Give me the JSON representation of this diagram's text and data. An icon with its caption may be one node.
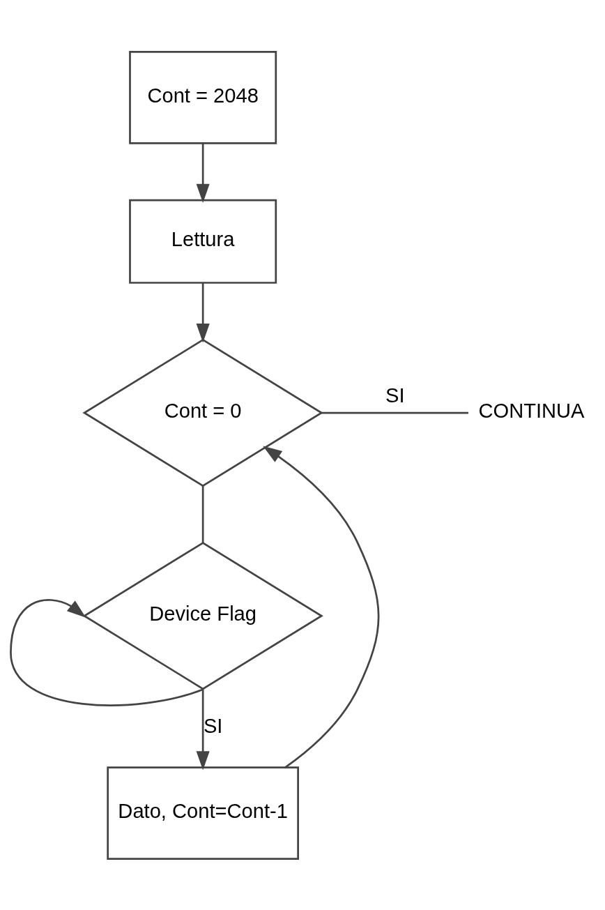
{
  "diagram": {
    "nodes": [
      {
        "text": [
          "Cont = 2048"
        ]
      },
      {
        "text": [
          "Lettura"
        ]
      },
      {
        "text": [
          "Cont = 0"
        ]
      },
      {
        "text": [
          "CONTINUA"
        ]
      },
      {
        "text": [
          "Device Flag"
        ]
      },
      {
        "text": [
          "Dato, Cont=Cont-1"
        ]
      }
    ],
    "edges": [
      {
        "from": 0,
        "to": 1,
        "arrow": "to"
      },
      {
        "from": 1,
        "to": 2,
        "arrow": "to"
      },
      {
        "from": 2,
        "to": 3,
        "arrow": "none",
        "label": "SI"
      },
      {
        "from": 2,
        "to": 4,
        "arrow": "none"
      },
      {
        "from": 4,
        "to": 4,
        "arrow": "to"
      },
      {
        "from": 4,
        "to": 5,
        "arrow": "to",
        "label": "SI"
      },
      {
        "from": 5,
        "to": 2,
        "arrow": "to"
      }
    ]
  }
}
